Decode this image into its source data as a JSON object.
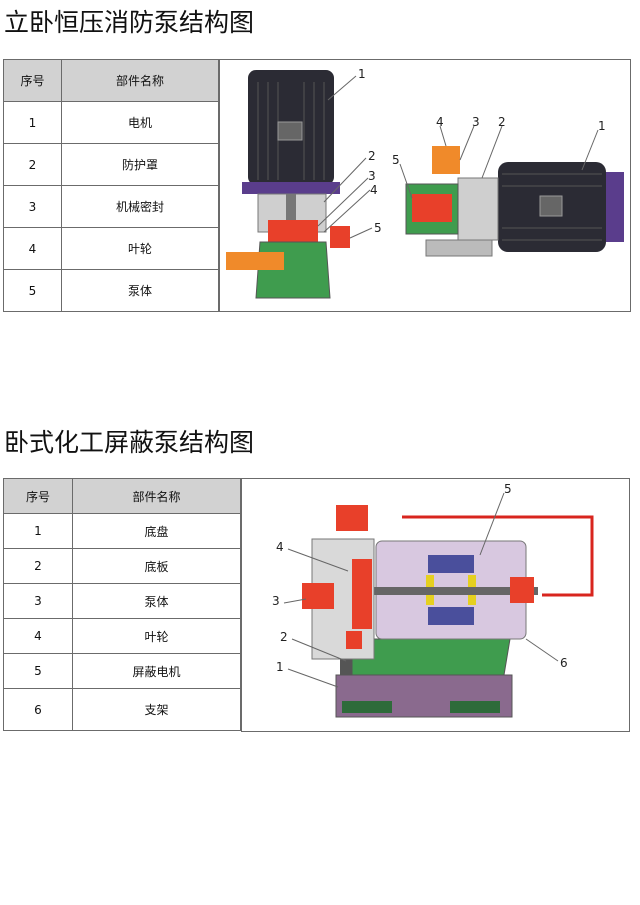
{
  "section1": {
    "title": "立卧恒压消防泵结构图",
    "table": {
      "headers": [
        "序号",
        "部件名称"
      ],
      "rows": [
        {
          "no": "1",
          "name": "电机"
        },
        {
          "no": "2",
          "name": "防护罩"
        },
        {
          "no": "3",
          "name": "机械密封"
        },
        {
          "no": "4",
          "name": "叶轮"
        },
        {
          "no": "5",
          "name": "泵体"
        }
      ]
    },
    "vertical_callouts": [
      "1",
      "2",
      "3",
      "4",
      "5"
    ],
    "horizontal_callouts": [
      "4",
      "3",
      "2",
      "1",
      "5"
    ]
  },
  "section2": {
    "title": "卧式化工屏蔽泵结构图",
    "table": {
      "headers": [
        "序号",
        "部件名称"
      ],
      "rows": [
        {
          "no": "1",
          "name": "底盘"
        },
        {
          "no": "2",
          "name": "底板"
        },
        {
          "no": "3",
          "name": "泵体"
        },
        {
          "no": "4",
          "name": "叶轮"
        },
        {
          "no": "5",
          "name": "屏蔽电机"
        },
        {
          "no": "6",
          "name": "支架"
        }
      ]
    },
    "callouts": [
      "5",
      "4",
      "3",
      "2",
      "1",
      "6"
    ]
  },
  "colors": {
    "motor": "#2b2b34",
    "pump_red": "#e8402a",
    "pump_orange": "#f08a2a",
    "base_green": "#3f9c4e",
    "base_purple": "#8a6a8e",
    "pipe_red": "#d8251e",
    "table_header": "#d2d2d2"
  }
}
